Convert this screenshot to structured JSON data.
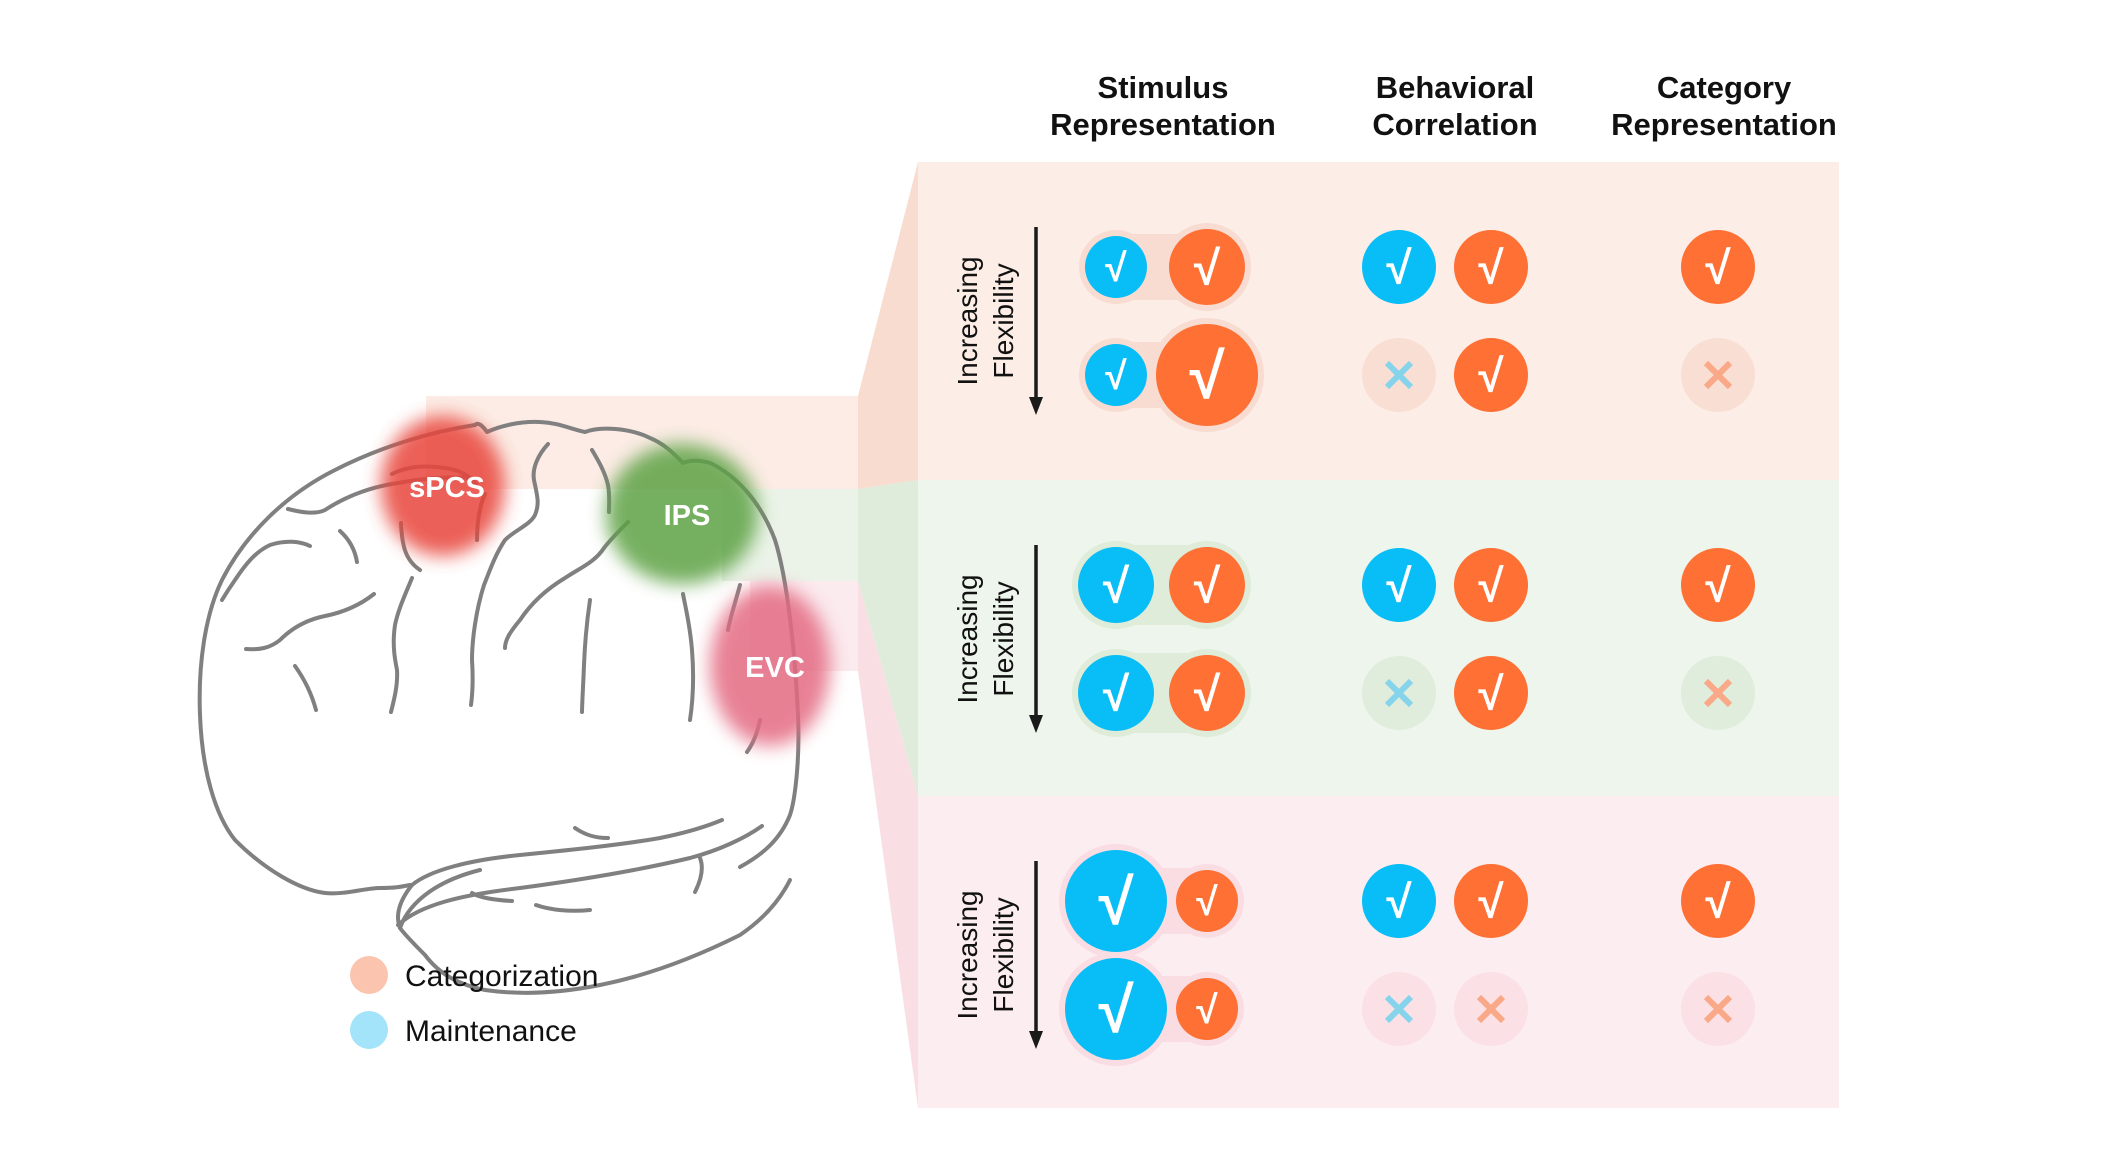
{
  "columns": [
    {
      "line1": "Stimulus",
      "line2": "Representation"
    },
    {
      "line1": "Behavioral",
      "line2": "Correlation"
    },
    {
      "line1": "Category",
      "line2": "Representation"
    }
  ],
  "axis_label": {
    "line1": "Increasing",
    "line2": "Flexibility"
  },
  "legend": [
    {
      "label": "Categorization",
      "color": "#fbc4ae"
    },
    {
      "label": "Maintenance",
      "color": "#a3e4fa"
    }
  ],
  "colors": {
    "maintenance": "#09bdf6",
    "categorization": "#fe7034",
    "maintenance_absent_mark": "#86d4ec",
    "categorization_absent_mark": "#f9a987"
  },
  "regions": [
    {
      "name": "sPCS",
      "color": "#e8453b",
      "panel_bg": "#fcede6",
      "strip_bg": "#fceae2",
      "wedge_bg": "#f9dcd0",
      "absent_bg": "#f9ded3",
      "halo_bg": "#f8dcd1",
      "rows": [
        {
          "stimulus": {
            "maintenance": "present",
            "categorization": "present",
            "maintenance_size": "small",
            "categorization_size": "medium"
          },
          "behavioral": {
            "maintenance": "present",
            "categorization": "present"
          },
          "category": {
            "categorization": "present"
          }
        },
        {
          "stimulus": {
            "maintenance": "present",
            "categorization": "present",
            "maintenance_size": "small",
            "categorization_size": "large"
          },
          "behavioral": {
            "maintenance": "absent",
            "categorization": "present"
          },
          "category": {
            "categorization": "absent"
          }
        }
      ]
    },
    {
      "name": "IPS",
      "color": "#5da244",
      "panel_bg": "#eef5ec",
      "strip_bg": "#e9f2e6",
      "wedge_bg": "#dfecdb",
      "absent_bg": "#e0ecdc",
      "halo_bg": "#dfecd9",
      "rows": [
        {
          "stimulus": {
            "maintenance": "present",
            "categorization": "present",
            "maintenance_size": "medium",
            "categorization_size": "medium"
          },
          "behavioral": {
            "maintenance": "present",
            "categorization": "present"
          },
          "category": {
            "categorization": "present"
          }
        },
        {
          "stimulus": {
            "maintenance": "present",
            "categorization": "present",
            "maintenance_size": "medium",
            "categorization_size": "medium"
          },
          "behavioral": {
            "maintenance": "absent",
            "categorization": "present"
          },
          "category": {
            "categorization": "absent"
          }
        }
      ]
    },
    {
      "name": "EVC",
      "color": "#e46b82",
      "panel_bg": "#fcedf0",
      "strip_bg": "#fbe8ec",
      "wedge_bg": "#f9dfe4",
      "absent_bg": "#fbe1e6",
      "halo_bg": "#f9dde3",
      "rows": [
        {
          "stimulus": {
            "maintenance": "present",
            "categorization": "present",
            "maintenance_size": "large",
            "categorization_size": "small"
          },
          "behavioral": {
            "maintenance": "present",
            "categorization": "present"
          },
          "category": {
            "categorization": "present"
          }
        },
        {
          "stimulus": {
            "maintenance": "present",
            "categorization": "present",
            "maintenance_size": "large",
            "categorization_size": "small"
          },
          "behavioral": {
            "maintenance": "absent",
            "categorization": "absent"
          },
          "category": {
            "categorization": "absent"
          }
        }
      ]
    }
  ],
  "symbols": {
    "present": "√",
    "absent": "✕"
  }
}
